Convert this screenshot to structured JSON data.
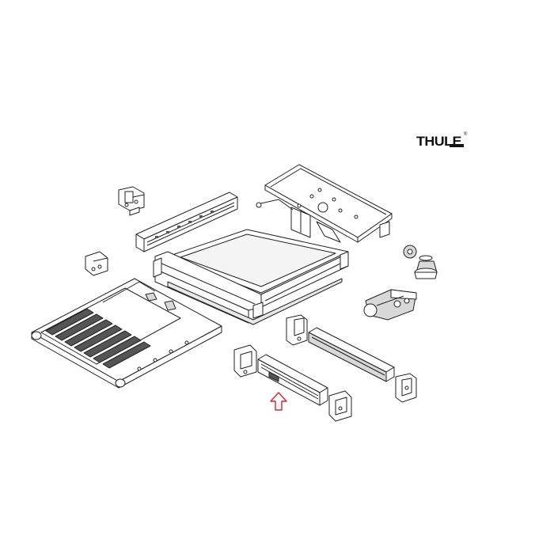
{
  "brand": {
    "logo_text": "THULE",
    "trademark": "®"
  },
  "diagram": {
    "parts": [
      "top-mounting-plate",
      "left-rail-bracket",
      "left-guide-rail",
      "frame-tray",
      "step-platform",
      "spare-bracket-left",
      "clip-pair",
      "gear-small",
      "gear-large",
      "motor-assembly",
      "rear-rail-end-bracket-left",
      "rear-rail",
      "rear-rail-end-bracket-right",
      "front-rail-end-bracket-left",
      "front-rail",
      "front-rail-end-bracket-right"
    ],
    "highlight": {
      "target_part": "front-rail",
      "color": "#e02020"
    }
  },
  "colors": {
    "line": "#222222",
    "fill": "#ffffff",
    "shade": "#d8d8d8",
    "dark": "#555555",
    "highlight": "#e02020"
  }
}
